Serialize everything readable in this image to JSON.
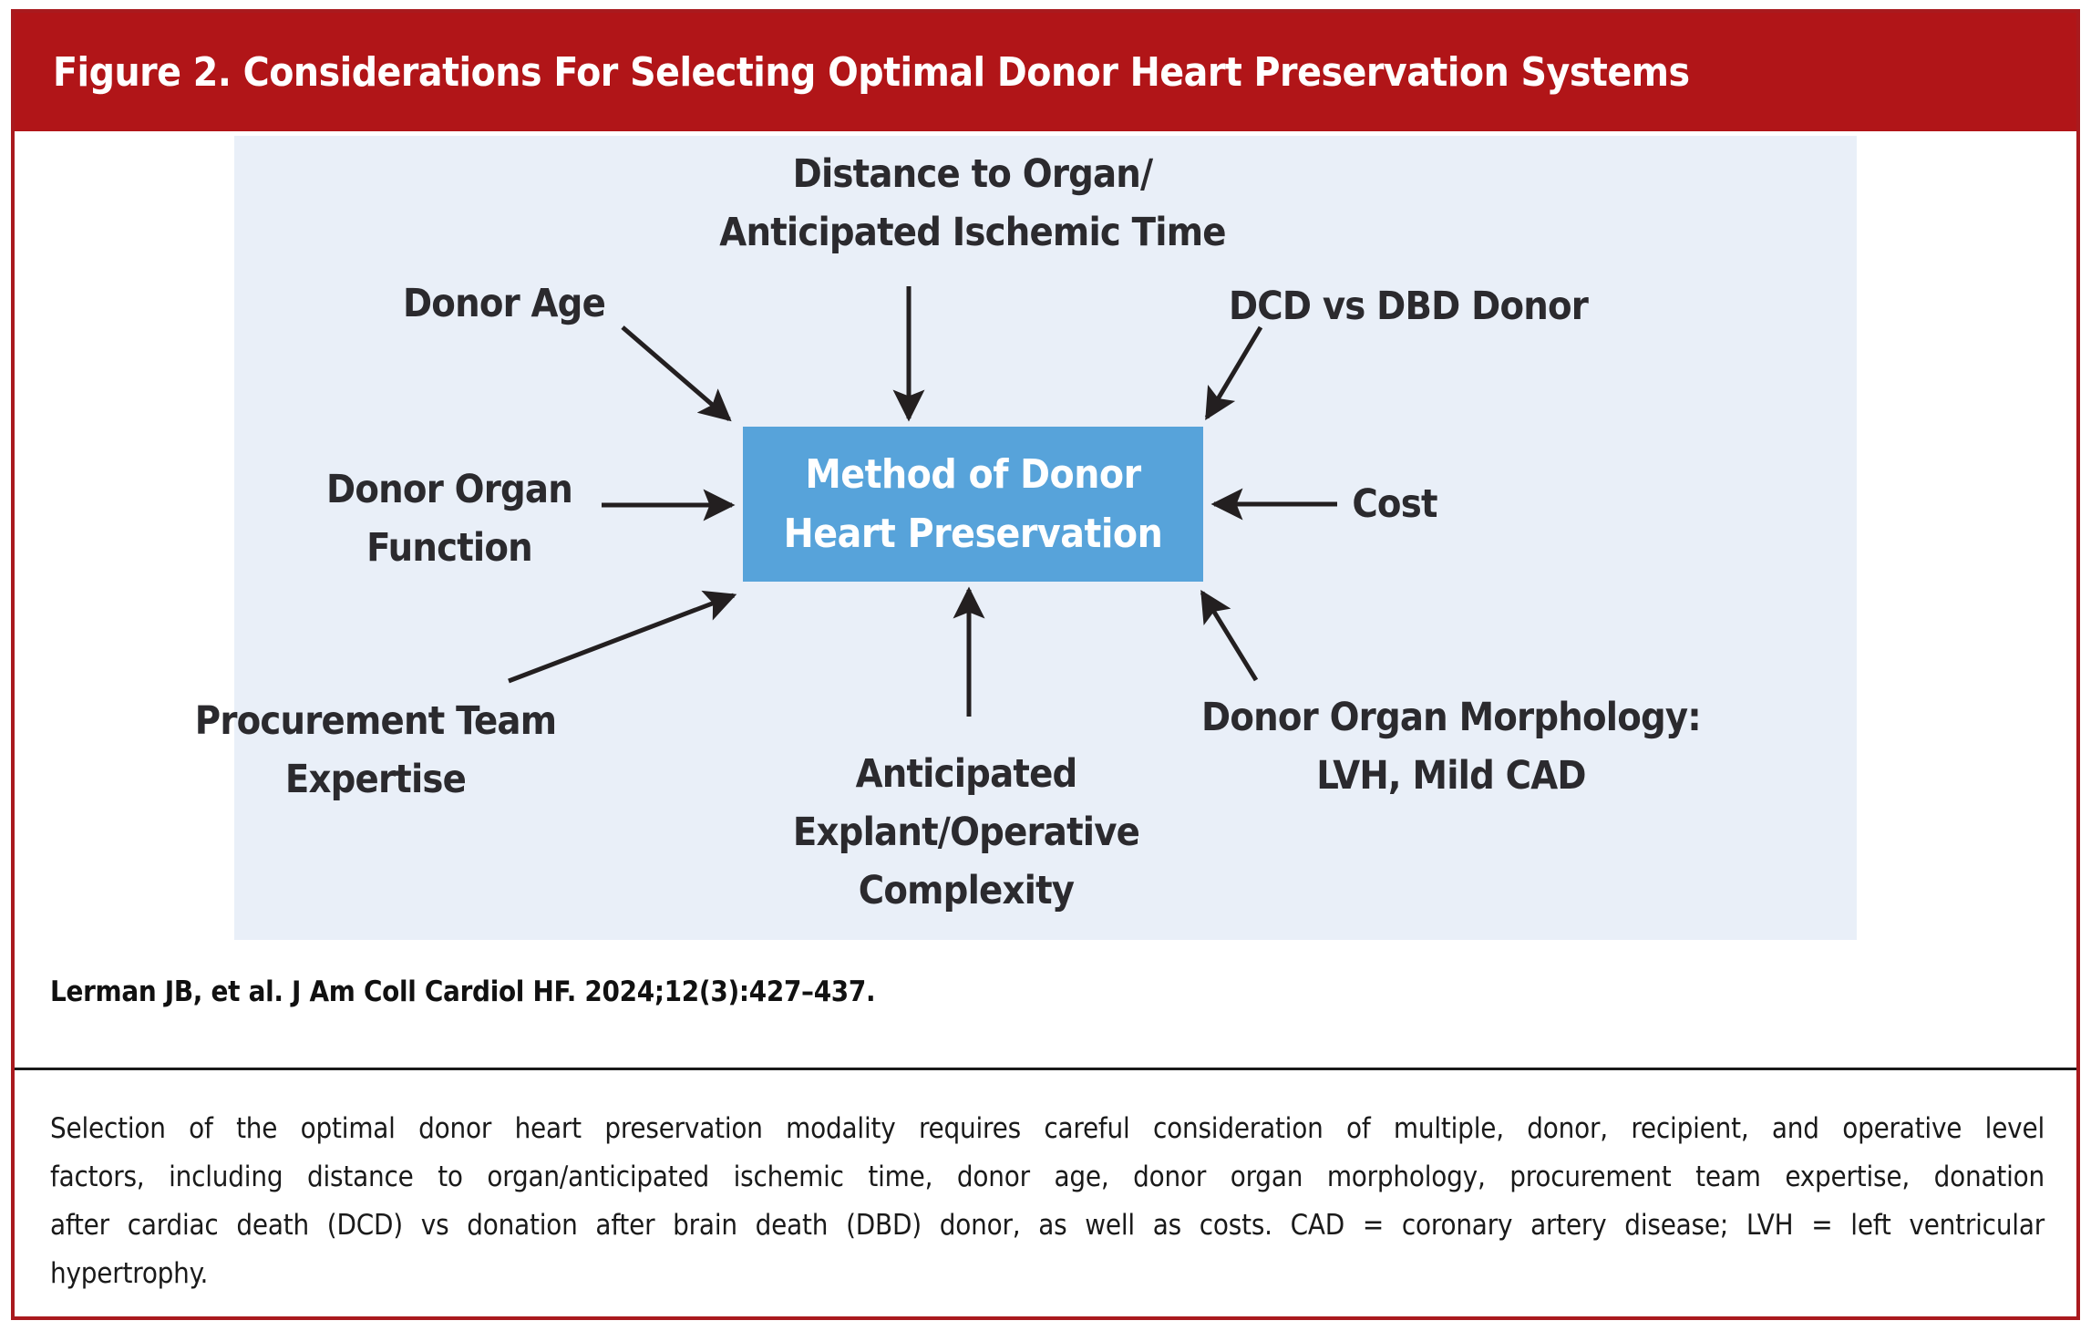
{
  "figure": {
    "title": "Figure 2. Considerations For Selecting Optimal Donor Heart Preservation Systems",
    "citation": "Lerman JB, et al. J Am Coll Cardiol HF. 2024;12(3):427–437.",
    "caption_lines": [
      "Selection of the optimal donor heart preservation modality requires careful consideration of multiple, donor, recipient, and operative level",
      "factors, including distance to organ/anticipated ischemic time, donor age, donor organ morphology, procurement team expertise, donation",
      "after cardiac death (DCD) vs donation after brain death (DBD) donor, as well as costs. CAD = coronary artery disease; LVH = left ventricular",
      "hypertrophy."
    ],
    "colors": {
      "header_red": "#B11518",
      "border_red": "#A91A1E",
      "panel_blue": "#E9EFF8",
      "box_blue": "#57A3DA",
      "arrow_black": "#231F20",
      "label_dark": "#2B2A2E"
    }
  },
  "diagram": {
    "center_box": {
      "lines": [
        "Method of Donor",
        "Heart Preservation"
      ]
    },
    "factors": [
      {
        "id": "distance",
        "lines": [
          "Distance to Organ/",
          "Anticipated Ischemic Time"
        ]
      },
      {
        "id": "donor-age",
        "lines": [
          "Donor Age"
        ]
      },
      {
        "id": "dcd-vs-dbd",
        "lines": [
          "DCD vs DBD Donor"
        ]
      },
      {
        "id": "donor-organ-function",
        "lines": [
          "Donor Organ",
          "Function"
        ]
      },
      {
        "id": "cost",
        "lines": [
          "Cost"
        ]
      },
      {
        "id": "procurement",
        "lines": [
          "Procurement Team",
          "Expertise"
        ]
      },
      {
        "id": "complexity",
        "lines": [
          "Anticipated",
          "Explant/Operative",
          "Complexity"
        ]
      },
      {
        "id": "morphology",
        "lines": [
          "Donor Organ Morphology:",
          "LVH, Mild CAD"
        ]
      }
    ]
  }
}
